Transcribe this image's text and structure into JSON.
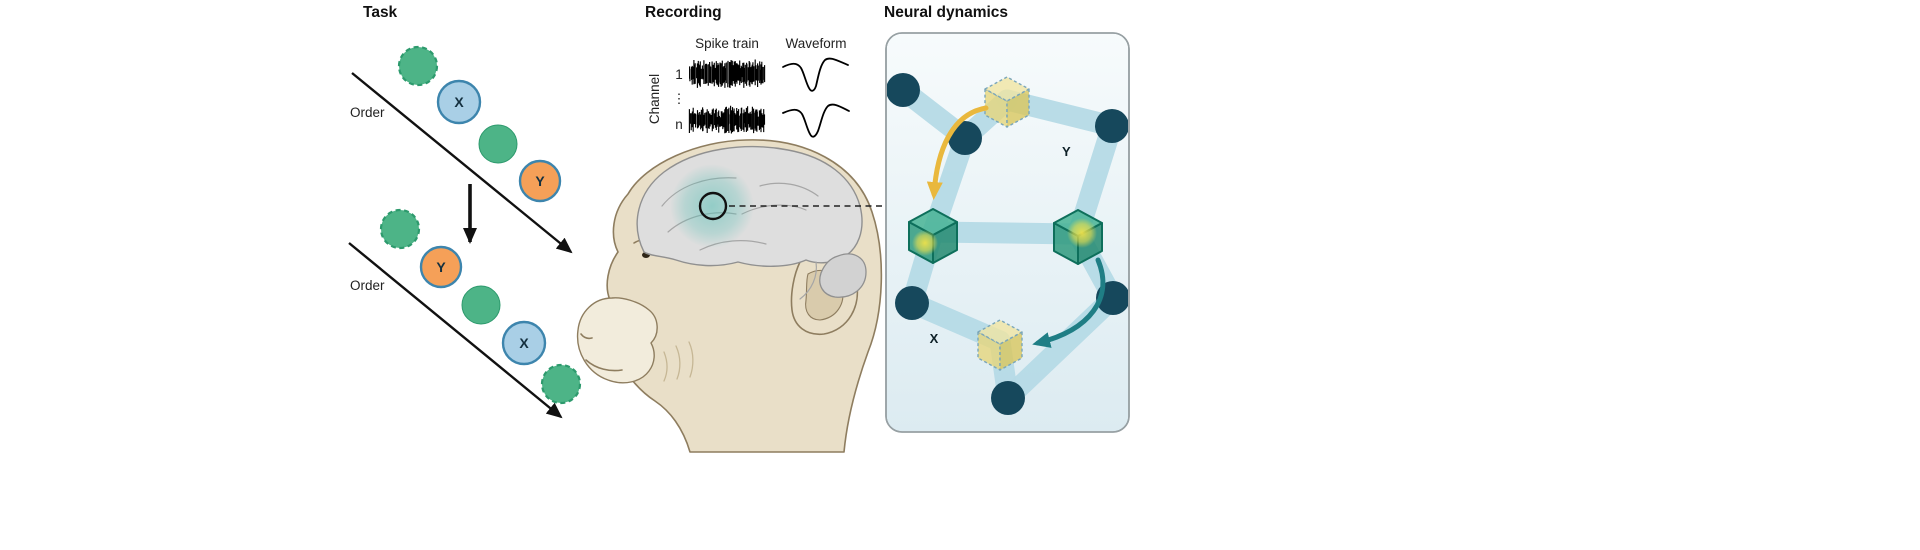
{
  "figure": {
    "task": {
      "title": "Task",
      "order_label_top": "Order",
      "order_label_bottom": "Order",
      "stim_x": "X",
      "stim_y": "Y"
    },
    "recording": {
      "title": "Recording",
      "spike_train_label": "Spike train",
      "waveform_label": "Waveform",
      "channel_axis_label": "Channel",
      "channel_first": "1",
      "channel_dots": "⋮",
      "channel_last": "n"
    },
    "neural_dynamics": {
      "title": "Neural dynamics",
      "state_y_label": "Y",
      "state_x_label": "X"
    },
    "colors": {
      "green_fill": "#4db487",
      "green_border": "#2d9a6d",
      "blue_fill": "#a9cfe6",
      "blue_border": "#3d85ad",
      "orange_fill": "#f5a058",
      "orange_border": "#3d85ad",
      "arrow_black": "#111111",
      "node_teal": "#16485c",
      "band_blue": "#b5dae6",
      "panel_bg_top": "#f7fbfc",
      "panel_bg_bottom": "#dcebf1",
      "cube_yellow": "#e6d67c",
      "cube_green": "#2f9a7e",
      "arrow_yellow": "#e9b83d",
      "arrow_teal": "#1f7e85",
      "brain_highlight": "#55beb4",
      "monkey_fur": "#e9dfc8",
      "monkey_outline": "#8e7d5f",
      "brain_gray": "#dedede"
    }
  }
}
